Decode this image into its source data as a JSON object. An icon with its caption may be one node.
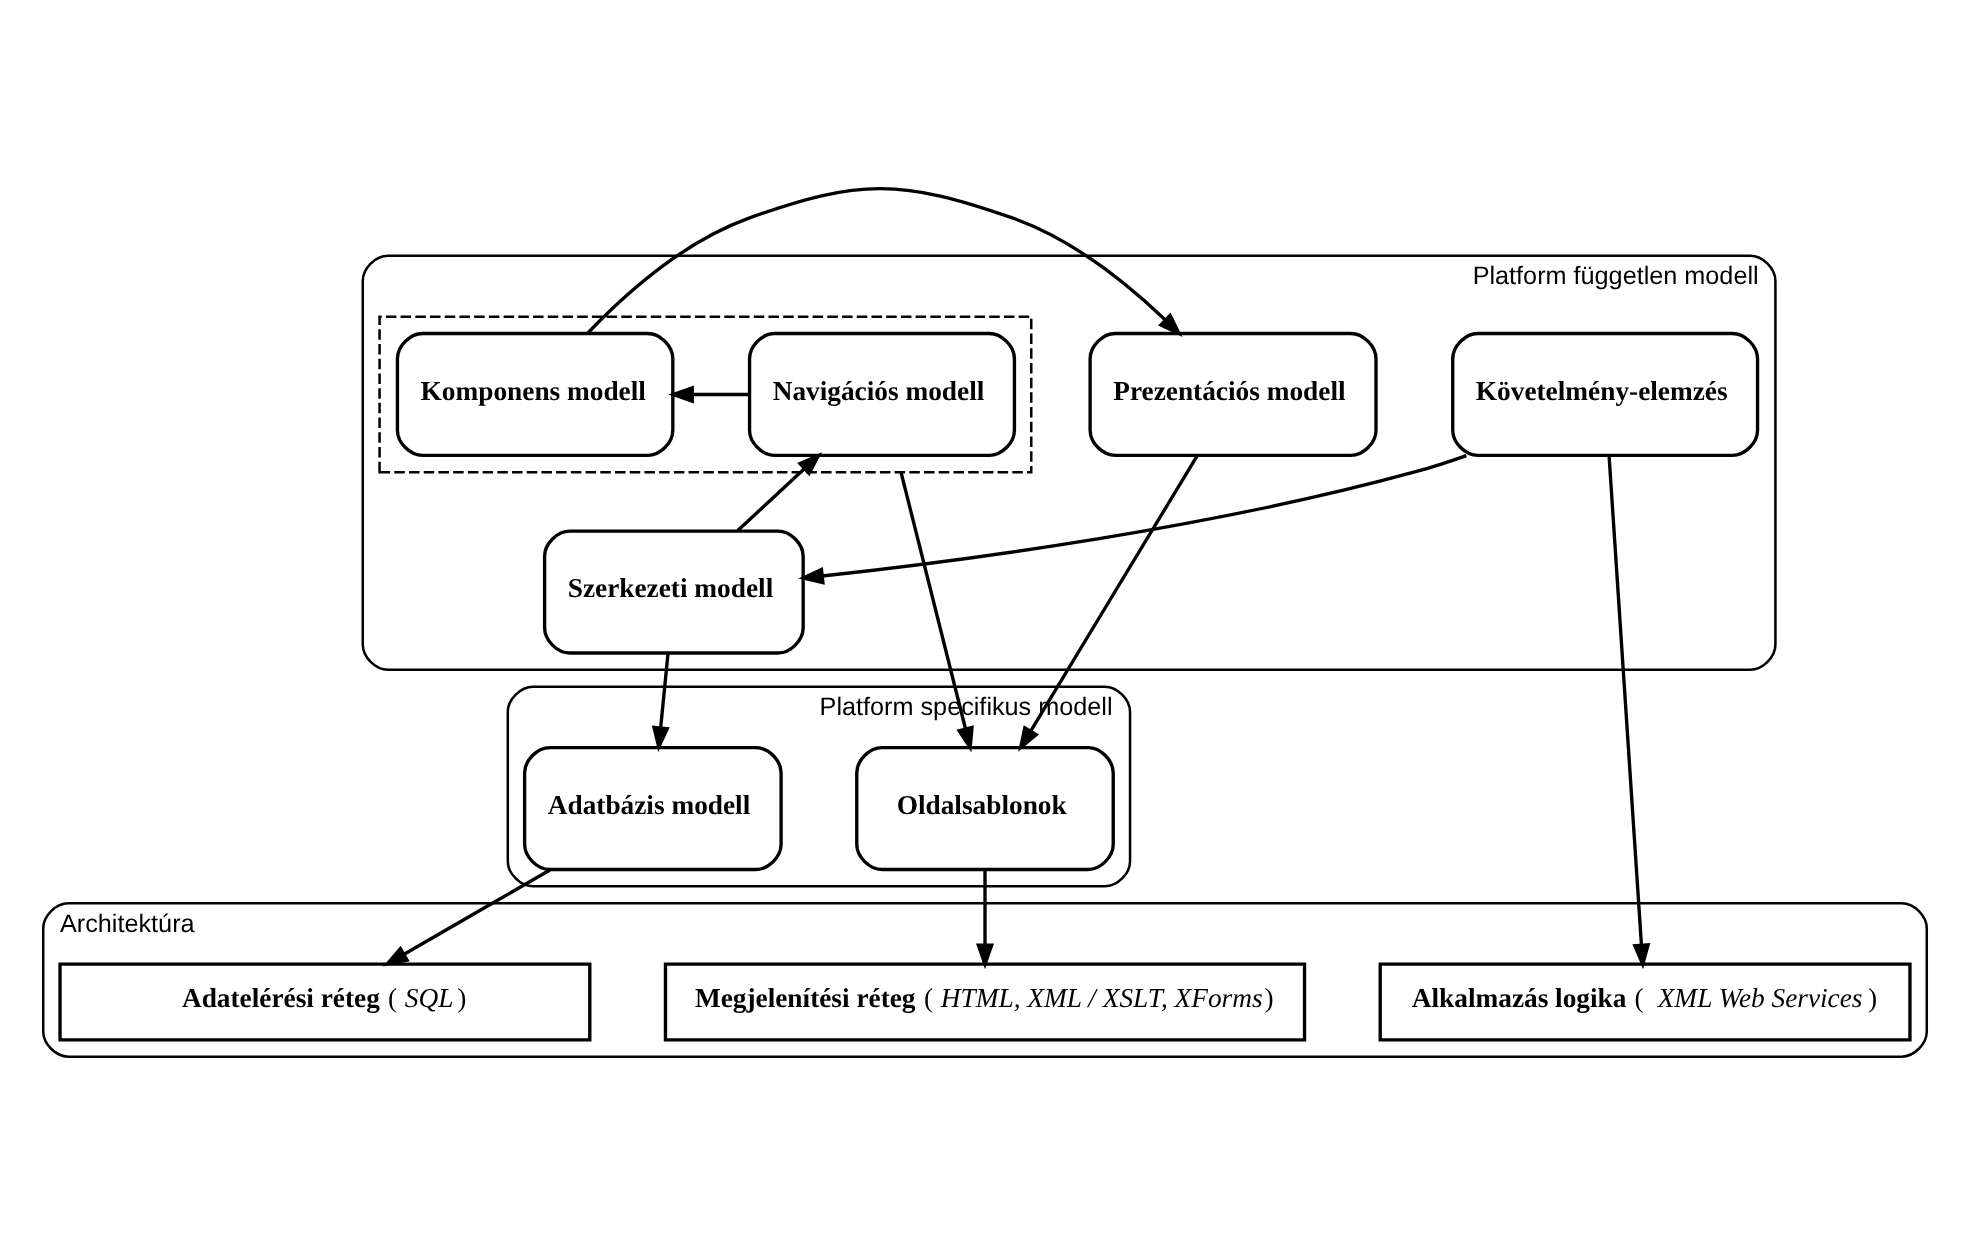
{
  "diagram": {
    "nodes": [
      {
        "text": [
          "Platform független modell"
        ]
      },
      {
        "text": [
          "Követelmény-elemzés"
        ],
        "in": 0
      },
      {
        "text": [
          "Szerkezeti modell"
        ],
        "in": 0
      },
      {
        "text": [],
        "shape": "box",
        "in": 0
      },
      {
        "text": [
          "Navigációs modell"
        ],
        "in": 3
      },
      {
        "text": [
          "Komponens modell"
        ],
        "in": 3
      },
      {
        "text": [
          "Prezentációs modell"
        ],
        "in": 0
      },
      {
        "text": [
          "Platform specifikus modell"
        ]
      },
      {
        "text": [
          "Adatbázis modell"
        ],
        "in": 7
      },
      {
        "text": [
          "Oldalsablonok"
        ],
        "in": 7
      },
      {
        "text": [
          "Architektúra"
        ]
      },
      {
        "text": [
          "**Megjelenítési réteg** (*HTML, XML / XSLT, XForms*)"
        ],
        "in": 10
      },
      {
        "text": [
          "**Alkalmazás logika** ( *XML Web Services*)"
        ],
        "in": 10
      },
      {
        "text": [
          "**Adatelérési réteg** (*SQL*)"
        ],
        "in": 10
      }
    ],
    "edges": [
      {
        "from": 1,
        "to": 2,
        "arrow": "to"
      },
      {
        "from": 2,
        "to": 4,
        "arrow": "to"
      },
      {
        "from": 4,
        "to": 5,
        "arrow": "to"
      },
      {
        "from": 5,
        "to": 6,
        "arrow": "to"
      },
      {
        "from": 2,
        "to": 8,
        "arrow": "to"
      },
      {
        "from": 3,
        "to": 9,
        "arrow": "to"
      },
      {
        "from": 6,
        "to": 9,
        "arrow": "to"
      },
      {
        "from": 9,
        "to": 11,
        "arrow": "to"
      },
      {
        "from": 1,
        "to": 12,
        "arrow": "to"
      },
      {
        "from": 8,
        "to": 13,
        "arrow": "to"
      }
    ]
  }
}
